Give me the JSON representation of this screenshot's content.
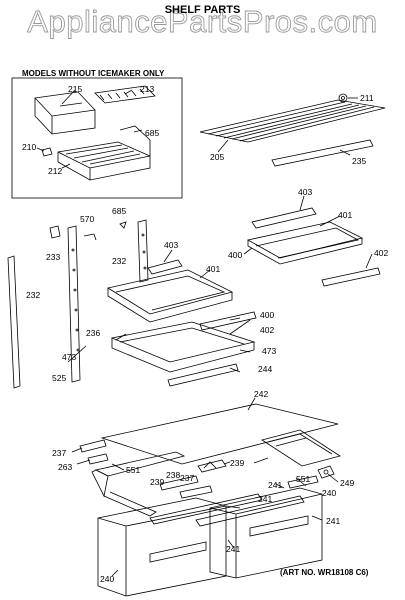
{
  "title": "SHELF PARTS",
  "watermark": "AppliancePartsPros.com",
  "models_label": "MODELS WITHOUT ICEMAKER ONLY",
  "art_number": "(ART NO. WR18108 C6)",
  "callouts": [
    "215",
    "213",
    "685",
    "210",
    "212",
    "211",
    "205",
    "235",
    "570",
    "685",
    "403",
    "401",
    "400",
    "402",
    "233",
    "232",
    "232",
    "403",
    "401",
    "400",
    "402",
    "236",
    "473",
    "473",
    "525",
    "244",
    "242",
    "237",
    "263",
    "551",
    "238",
    "239",
    "239",
    "237",
    "241",
    "551",
    "240",
    "249",
    "241",
    "241",
    "240",
    "241"
  ]
}
